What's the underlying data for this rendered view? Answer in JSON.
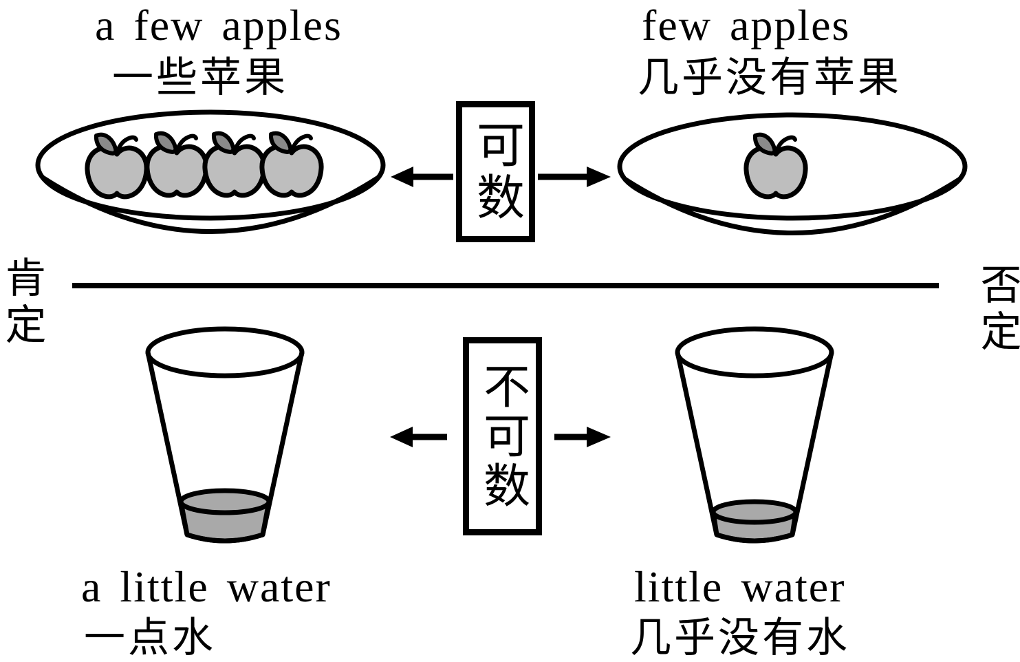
{
  "quadrants": {
    "top_left": {
      "en": "a few apples",
      "zh": "一些苹果"
    },
    "top_right": {
      "en": "few apples",
      "zh": "几乎没有苹果"
    },
    "bottom_left": {
      "en": "a little water",
      "zh": "一点水"
    },
    "bottom_right": {
      "en": "little water",
      "zh": "几乎没有水"
    }
  },
  "center_boxes": {
    "countable": "可数",
    "uncountable": "不可数"
  },
  "side_labels": {
    "left": "肯定",
    "right": "否定"
  },
  "figures": {
    "top_left_plate_apple_count": 4,
    "top_right_plate_apple_count": 1,
    "bottom_left_cup": "glass with a little water",
    "bottom_right_cup": "glass with very little water"
  },
  "colors": {
    "outline": "#000000",
    "apple_fill": "#bebebe",
    "leaf_fill": "#8a8a8a",
    "water_fill": "#a9a9a9",
    "background": "#ffffff"
  }
}
